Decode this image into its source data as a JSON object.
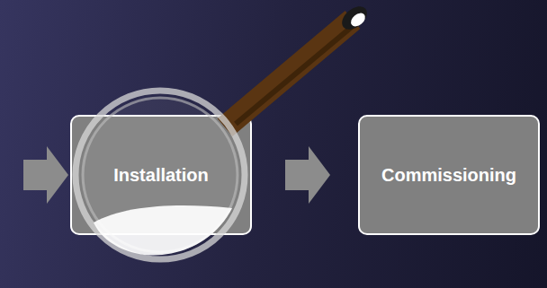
{
  "diagram": {
    "nodes": [
      {
        "text": [
          "Installation"
        ]
      },
      {
        "text": [
          "Commissioning"
        ]
      }
    ],
    "edges": [
      {
        "from": 0,
        "to": 1,
        "arrow": "to"
      }
    ]
  }
}
